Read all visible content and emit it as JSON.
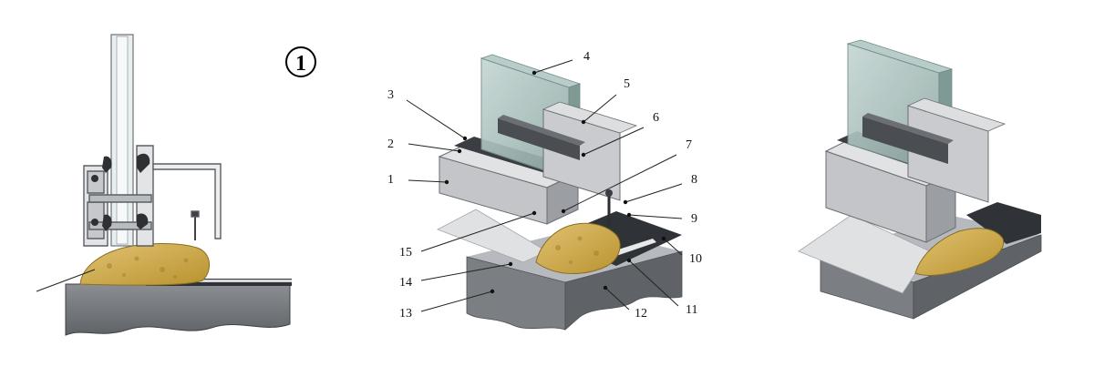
{
  "figure_label": "1",
  "callouts": [
    "1",
    "2",
    "3",
    "4",
    "5",
    "6",
    "7",
    "8",
    "9",
    "10",
    "11",
    "12",
    "13",
    "14",
    "15"
  ],
  "views": {
    "section": "cross-section",
    "exploded": "labelled-isometric",
    "assembled": "assembled-isometric"
  },
  "colors": {
    "concrete": "#75787c",
    "concrete_dark": "#5e6166",
    "concrete_top": "#b5b8bc",
    "glass": "#9db6b3",
    "glass_edge": "#6f8a87",
    "aluminium": "#c8cacd",
    "aluminium_dark": "#8f9296",
    "rubber_seal": "#3c3f43",
    "insulation_foam": "#d6b25c",
    "insulation_shadow": "#a7852f",
    "flashing": "#d9dbde",
    "membrane": "#2f3236",
    "leader": "#222222"
  }
}
